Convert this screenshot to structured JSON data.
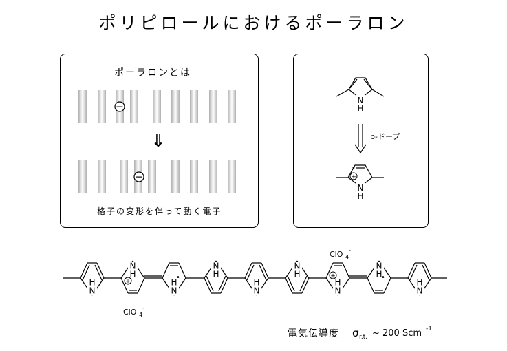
{
  "title": "ポリピロールにおけるポーラロン",
  "left_panel": {
    "heading": "ポーラロンとは",
    "caption": "格子の変形を伴って動く電子",
    "arrow": "⇓",
    "electron_symbol": "−"
  },
  "right_panel": {
    "nh_top": "N",
    "h_top": "H",
    "dope_label": "p-ドープ",
    "nh_bottom": "N",
    "h_bottom": "H",
    "plus": "+",
    "radical": "•"
  },
  "chain": {
    "atom_n": "N",
    "atom_h": "H",
    "plus": "+",
    "radical": "•",
    "counterion_main": "ClO",
    "counterion_sub": "4",
    "counterion_sup": "-"
  },
  "conductivity": {
    "label": "電気伝導度",
    "symbol": "σ",
    "subscript": "r.t.",
    "approx": "~",
    "value": "200",
    "unit": "Scm",
    "exponent": "-1"
  },
  "colors": {
    "line": "#000000",
    "bar_edge": "#b0b0b0",
    "bar_center": "#ffffff"
  }
}
